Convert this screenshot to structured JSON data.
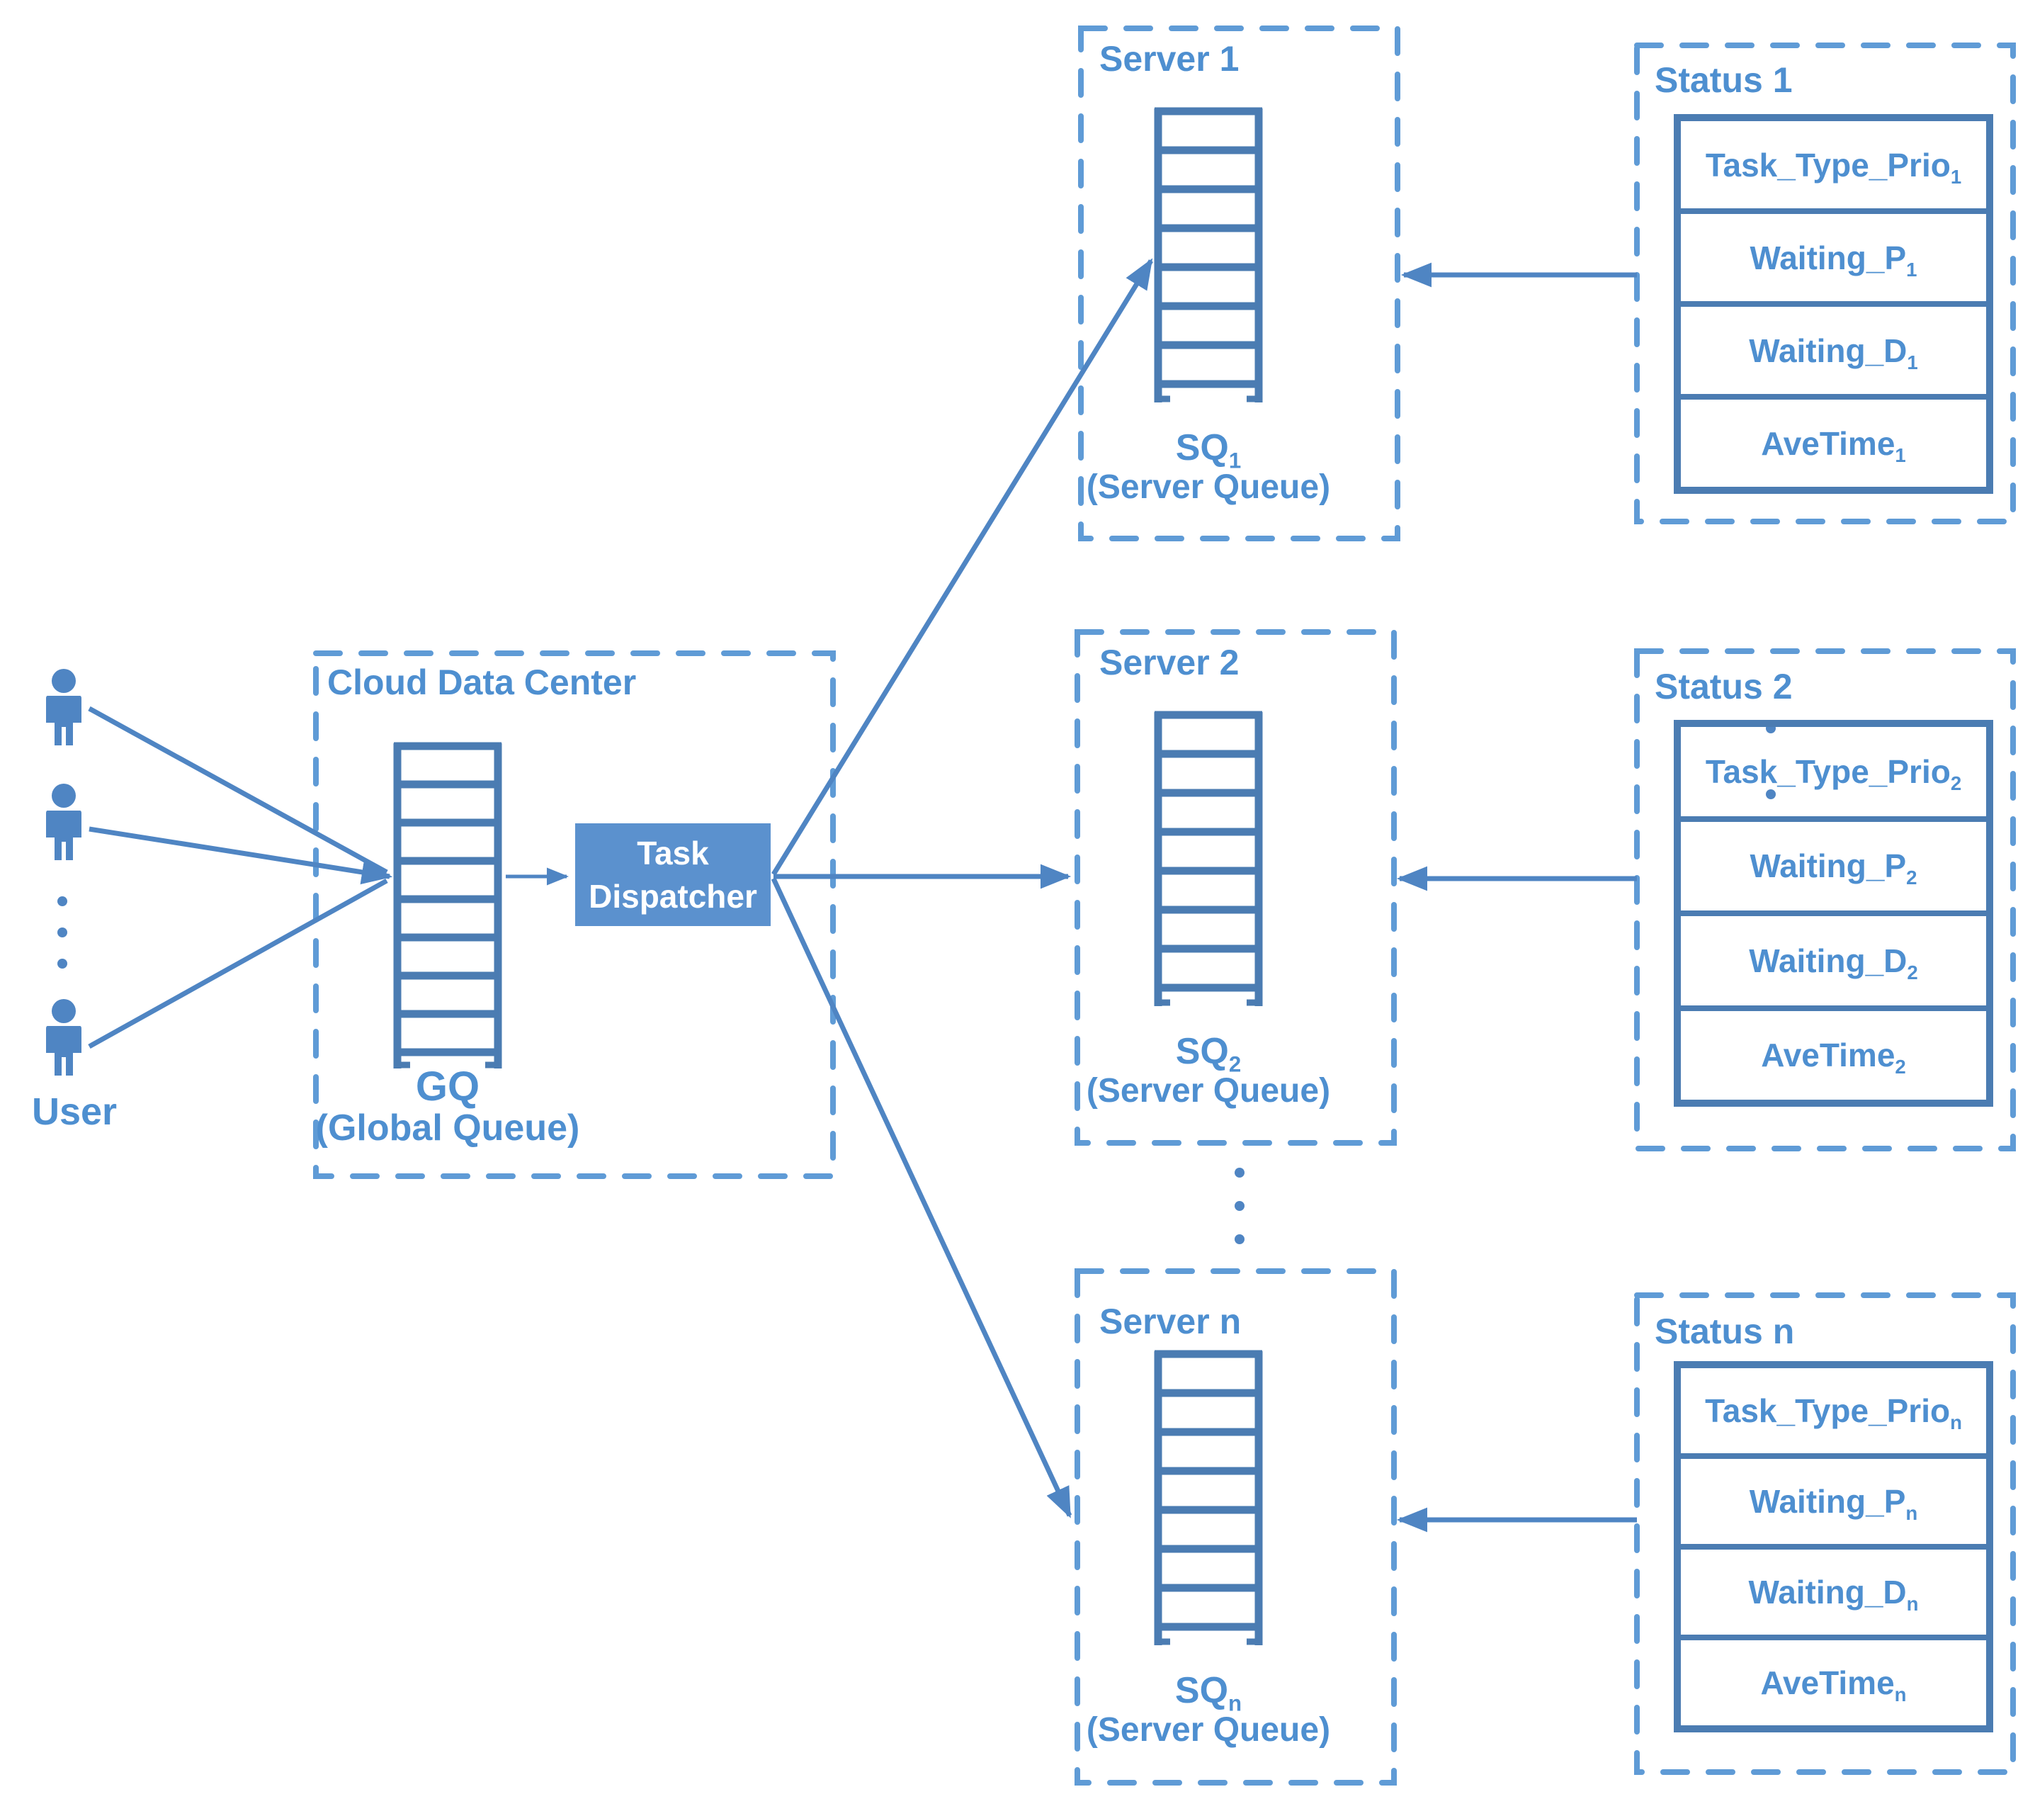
{
  "colors": {
    "dashed_border": "#5F9BD6",
    "dark_line": "#4B7CB2",
    "arrow": "#4F85C3",
    "text_blue": "#4E8FD0",
    "dispatcher_fill": "#5B91CE",
    "dispatcher_text": "#FFFFFF"
  },
  "users": {
    "label": "User",
    "icon": "person-icon",
    "visible_count": 3
  },
  "cloud_data_center": {
    "title": "Cloud Data Center",
    "global_queue": {
      "label": "GQ",
      "sublabel": "(Global Queue)"
    },
    "dispatcher": {
      "line1": "Task",
      "line2": "Dispatcher"
    }
  },
  "servers": [
    {
      "title": "Server 1",
      "queue_label": "SQ",
      "queue_subscript": "1",
      "queue_sublabel": "(Server Queue)"
    },
    {
      "title": "Server 2",
      "queue_label": "SQ",
      "queue_subscript": "2",
      "queue_sublabel": "(Server Queue)"
    },
    {
      "title": "Server n",
      "queue_label": "SQ",
      "queue_subscript": "n",
      "queue_sublabel": "(Server Queue)"
    }
  ],
  "statuses": [
    {
      "title": "Status 1",
      "rows": [
        {
          "text": "Task_Type_Prio",
          "sub": "1"
        },
        {
          "text": "Waiting_P",
          "sub": "1"
        },
        {
          "text": "Waiting_D",
          "sub": "1"
        },
        {
          "text": "AveTime",
          "sub": "1"
        }
      ]
    },
    {
      "title": "Status 2",
      "rows": [
        {
          "text": "Task_Type_Prio",
          "sub": "2"
        },
        {
          "text": "Waiting_P",
          "sub": "2"
        },
        {
          "text": "Waiting_D",
          "sub": "2"
        },
        {
          "text": "AveTime",
          "sub": "2"
        }
      ]
    },
    {
      "title": "Status n",
      "rows": [
        {
          "text": "Task_Type_Prio",
          "sub": "n"
        },
        {
          "text": "Waiting_P",
          "sub": "n"
        },
        {
          "text": "Waiting_D",
          "sub": "n"
        },
        {
          "text": "AveTime",
          "sub": "n"
        }
      ]
    }
  ]
}
